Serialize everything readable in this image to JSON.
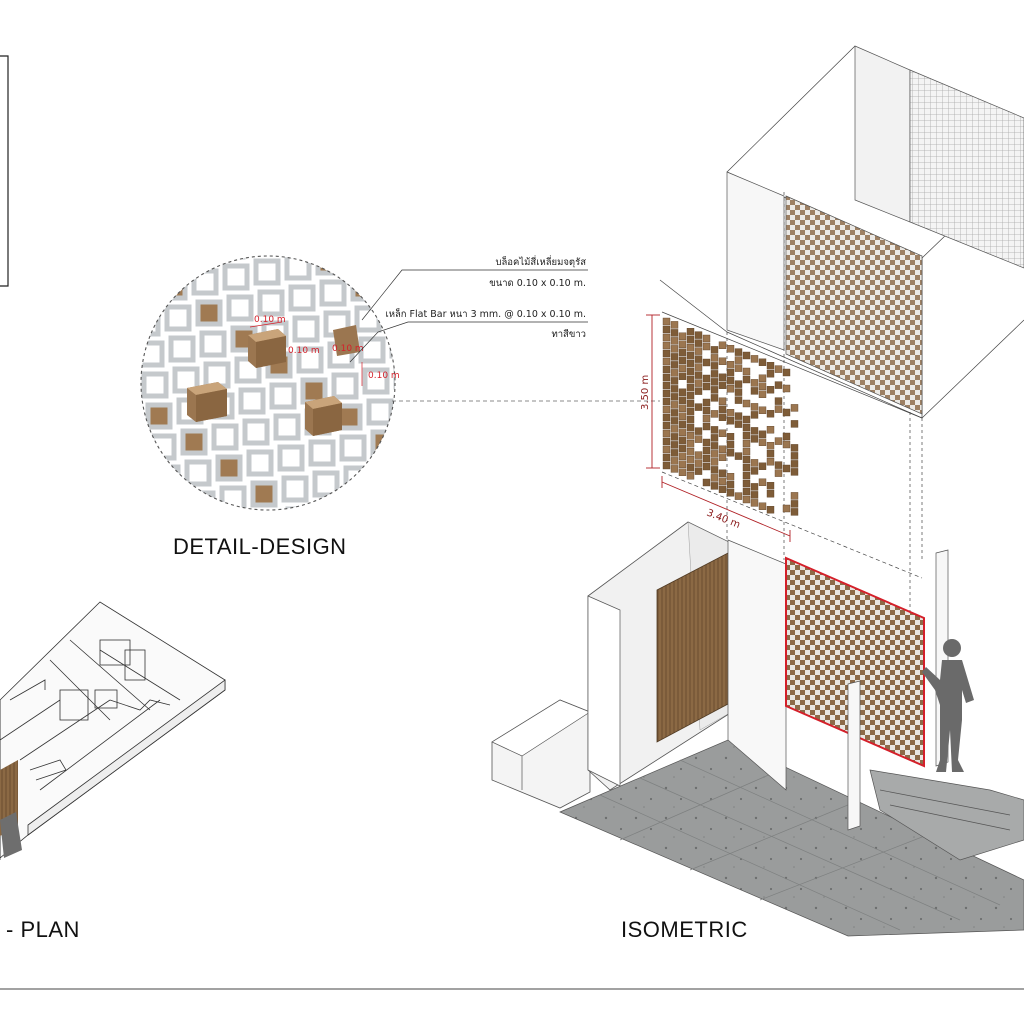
{
  "labels": {
    "detail_caption": "DETAIL-DESIGN",
    "plan_caption": "- PLAN",
    "isometric_caption": "ISOMETRIC"
  },
  "annotations": {
    "block_line1": "บล็อคไม้สี่เหลี่ยมจตุรัส",
    "block_line2": "ขนาด 0.10 x 0.10 m.",
    "flatbar_line1": "เหล็ก Flat Bar หนา 3 mm. @ 0.10 x 0.10 m.",
    "flatbar_line2": "ทาสีขาว"
  },
  "detail_dimensions": {
    "block_top": "0.10 m",
    "block_mid": "0.10 m",
    "block_right": "0.10 m",
    "block_side": "0.10 m"
  },
  "panel_dimensions": {
    "height": "3.50 m",
    "width": "3.40 m"
  },
  "colors": {
    "wood": "#9b7650",
    "wood_dark": "#6e4f30",
    "steel_grid": "#cfd3d6",
    "concrete": "#9a9c9c",
    "highlight_red": "#d4202a"
  }
}
